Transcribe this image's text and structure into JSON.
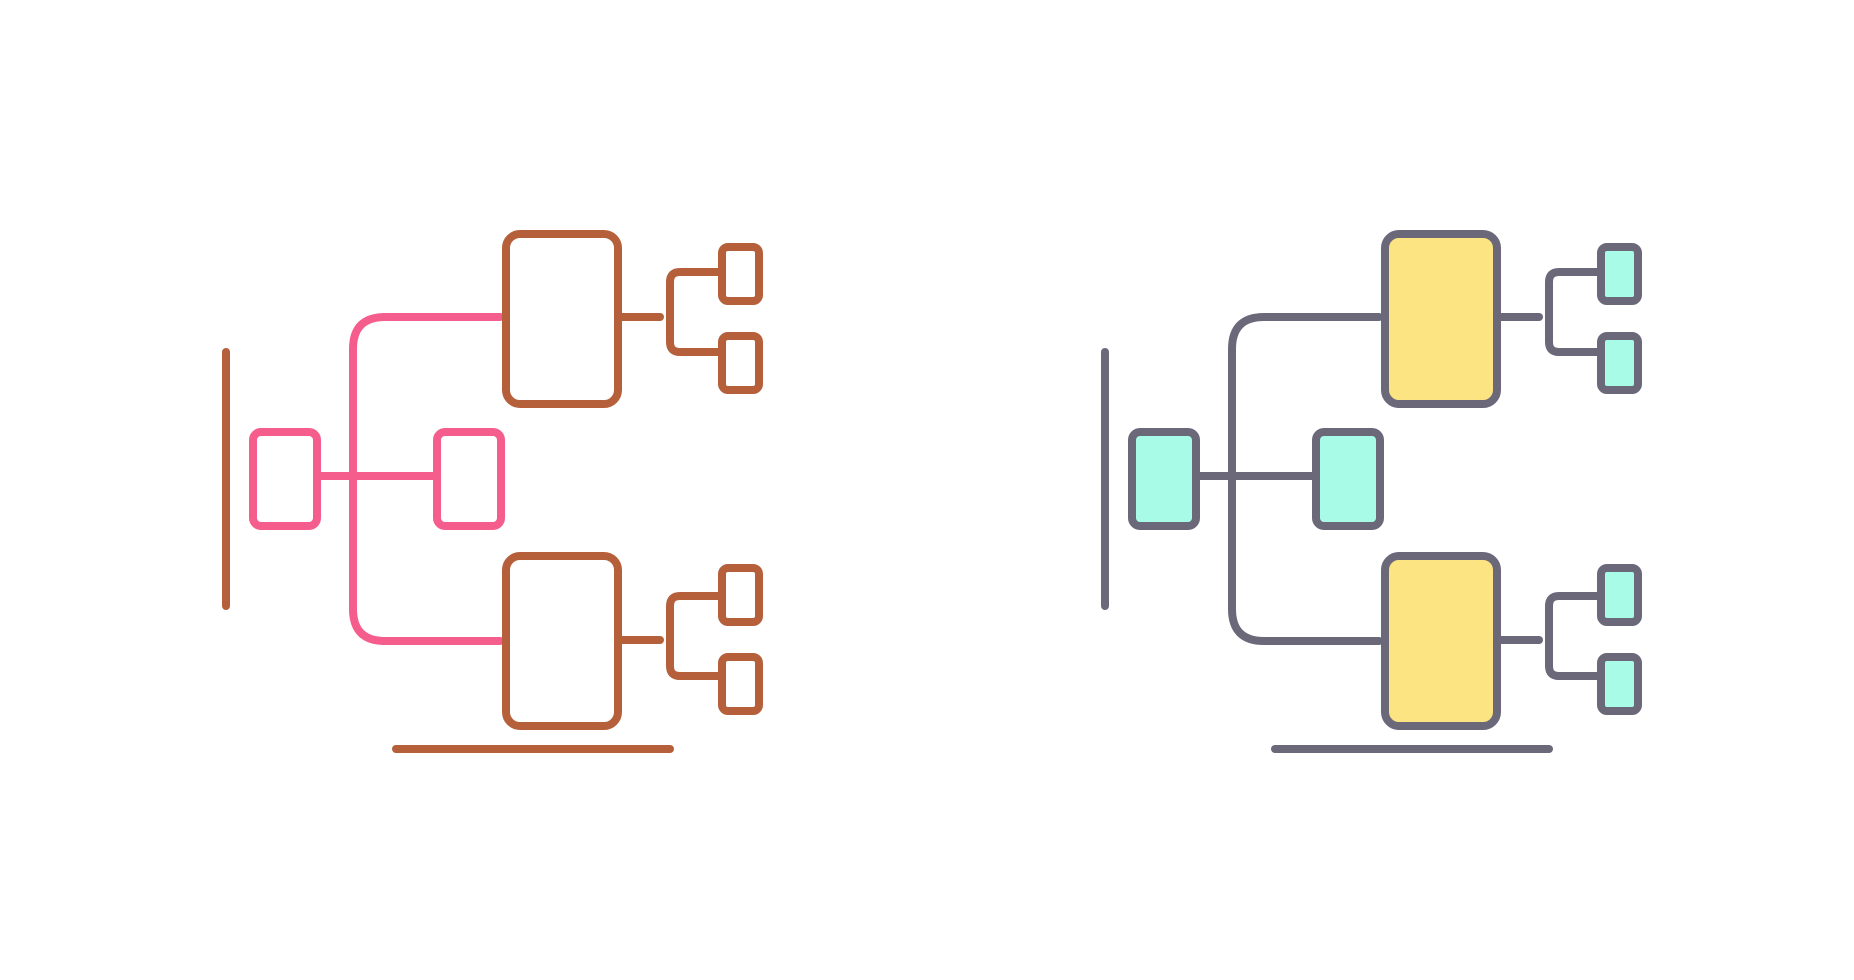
{
  "icons": [
    {
      "name": "hierarchy-outline",
      "style": "outline",
      "colors": {
        "connector": "#F45D8C",
        "boxes": "#B5603A",
        "fill_large": "none",
        "fill_small": "none"
      }
    },
    {
      "name": "hierarchy-filled",
      "style": "filled",
      "colors": {
        "connector": "#6B6879",
        "boxes": "#6B6879",
        "fill_large": "#FDE482",
        "fill_small": "#A8FCE7"
      }
    }
  ]
}
